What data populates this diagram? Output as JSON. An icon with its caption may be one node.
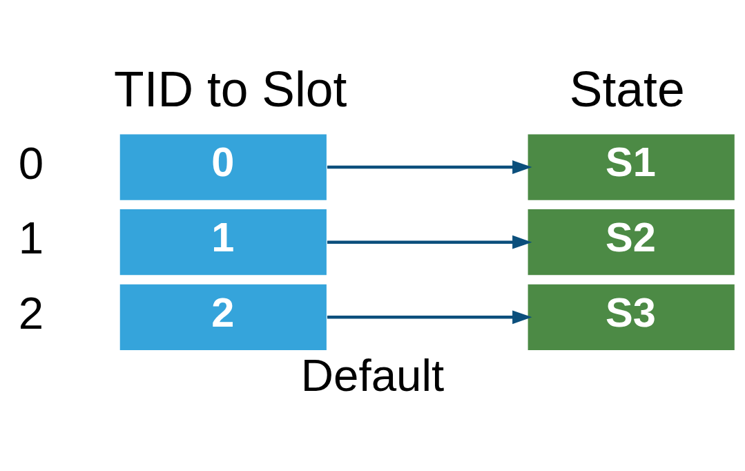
{
  "diagram": {
    "caption": "Default",
    "nodes": [
      {
        "text": [
          "0"
        ]
      },
      {
        "text": [
          "1"
        ]
      },
      {
        "text": [
          "2"
        ]
      },
      {
        "text": [
          "S1"
        ]
      },
      {
        "text": [
          "S2"
        ]
      },
      {
        "text": [
          "S3"
        ]
      }
    ],
    "edges": [
      {
        "from": 0,
        "to": 3,
        "arrow": "to"
      },
      {
        "from": 1,
        "to": 4,
        "arrow": "to"
      },
      {
        "from": 2,
        "to": 5,
        "arrow": "to"
      }
    ],
    "labels": [
      "TID to Slot",
      "State",
      "0",
      "1",
      "2"
    ]
  }
}
